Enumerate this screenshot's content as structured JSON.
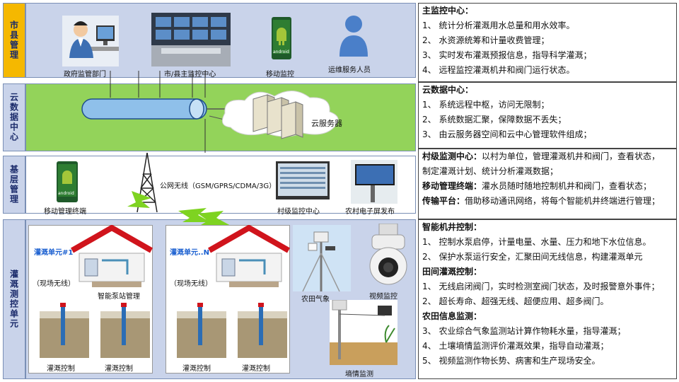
{
  "tiers": {
    "city": "市县管理",
    "cloud": "云数据中心",
    "base": "基层管理",
    "irrigation": "灌溉测控单元"
  },
  "city_band": {
    "gov": "政府监管部门",
    "center": "市/县主监控中心",
    "mobile": "移动监控",
    "service": "运维服务人员",
    "android": "android"
  },
  "cloud_band": {
    "server": "云服务器"
  },
  "base_band": {
    "mobile_terminal": "移动管理终端",
    "wireless": "公网无线（GSM/GPRS/CDMA/3G）",
    "village_center": "村级监控中心",
    "screen": "农村电子屏发布",
    "android": "android"
  },
  "units": {
    "unit1": "灌溉单元#1",
    "unitN": "灌溉单元..N",
    "onsite1": "（现场无线）",
    "onsite2": "（现场无线）",
    "pump": "智能泵站管理",
    "ctrl_a": "灌溉控制",
    "ctrl_b": "灌溉控制",
    "ctrl_c": "灌溉控制",
    "ctrl_d": "灌溉控制",
    "weather": "农田气象",
    "video": "视频监控",
    "soil": "墒情监测"
  },
  "right_panel": {
    "main_title": "主监控中心：",
    "main_items": [
      "1、 统计分析灌溉用水总量和用水效率。",
      "2、 水资源统筹和计量收费管理；",
      "3、 实时发布灌溉预报信息，指导科学灌溉；",
      "4、 远程监控灌溉机井和阀门运行状态。"
    ],
    "cloud_title": "云数据中心：",
    "cloud_items": [
      "1、 系统远程中枢，访问无限制；",
      "2、 系统数据汇聚，保障数据不丢失；",
      "3、 由云服务器空间和云中心管理软件组成；"
    ],
    "village_head": "村级监测中心：",
    "village_text1": "以村为单位，管理灌溉机井和阀门，查看状态，",
    "village_text2": "制定灌溉计划、统计分析灌溉数据；",
    "mobile_head": "移动管理终端：",
    "mobile_text": "灌水员随时随地控制机井和阀门，查看状态；",
    "transfer_head": "传输平台：",
    "transfer_text": "借助移动通讯网络，将每个智能机井终端进行管理；",
    "well_title": "智能机井控制：",
    "well_items": [
      "1、 控制水泵启停，计量电量、水量、压力和地下水位信息。",
      "2、 保护水泵运行安全，汇聚田间无线信息，构建灌溉单元"
    ],
    "field_title": "田间灌溉控制：",
    "field_items": [
      "1、 无线启闭阀门，实时检测室阀门状态，及时报警意外事件；",
      "2、 超长寿命、超强无线、超便应用、超多阀门。"
    ],
    "farm_title": "农田信息监测：",
    "farm_items": [
      "3、 农业综合气象监测站计算作物耗水量，指导灌溉；",
      "4、 土壤墒情监测评价灌溉效果，指导自动灌溉；",
      "5、 视频监测作物长势、病害和生产现场安全。"
    ]
  },
  "colors": {
    "city_bg": "#c9d3ea",
    "cloud_bg": "#93d35a",
    "base_bg": "#ffffff",
    "irr_bg": "#c9d3ea",
    "label_bg": "#f5b800",
    "label_bg2": "#c9d3ea",
    "bolt": "#7ed321",
    "roof": "#d0141c",
    "text_blue": "#1a5fd0"
  }
}
